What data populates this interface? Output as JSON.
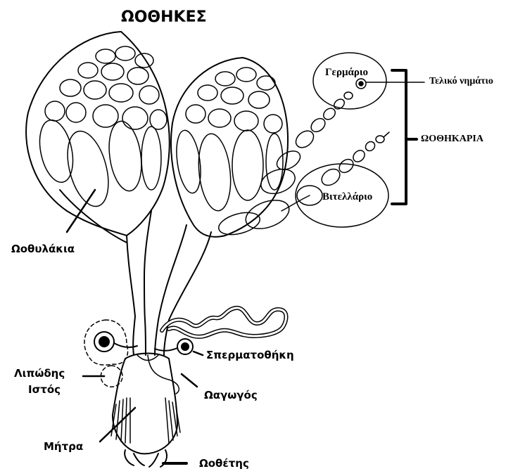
{
  "title": "ΩΟΘΗΚΕΣ",
  "labels": {
    "germario": "Γερμάριο",
    "teliko_nimatio": "Τελικό νημάτιο",
    "oothkaria": "ΩΟΘΗΚΑΡΙΑ",
    "vitellario": "Βιτελλάριο",
    "oothylakia": "Ωοθυλάκια",
    "spermatothiki": "Σπερματοθήκη",
    "lipodis": "Λιπώδης",
    "istos": "Ιστός",
    "oagogos": "Ωαγωγός",
    "mitra": "Μήτρα",
    "oothetis": "Ωοθέτης"
  },
  "colors": {
    "ink": "#000000",
    "paper": "#ffffff"
  }
}
